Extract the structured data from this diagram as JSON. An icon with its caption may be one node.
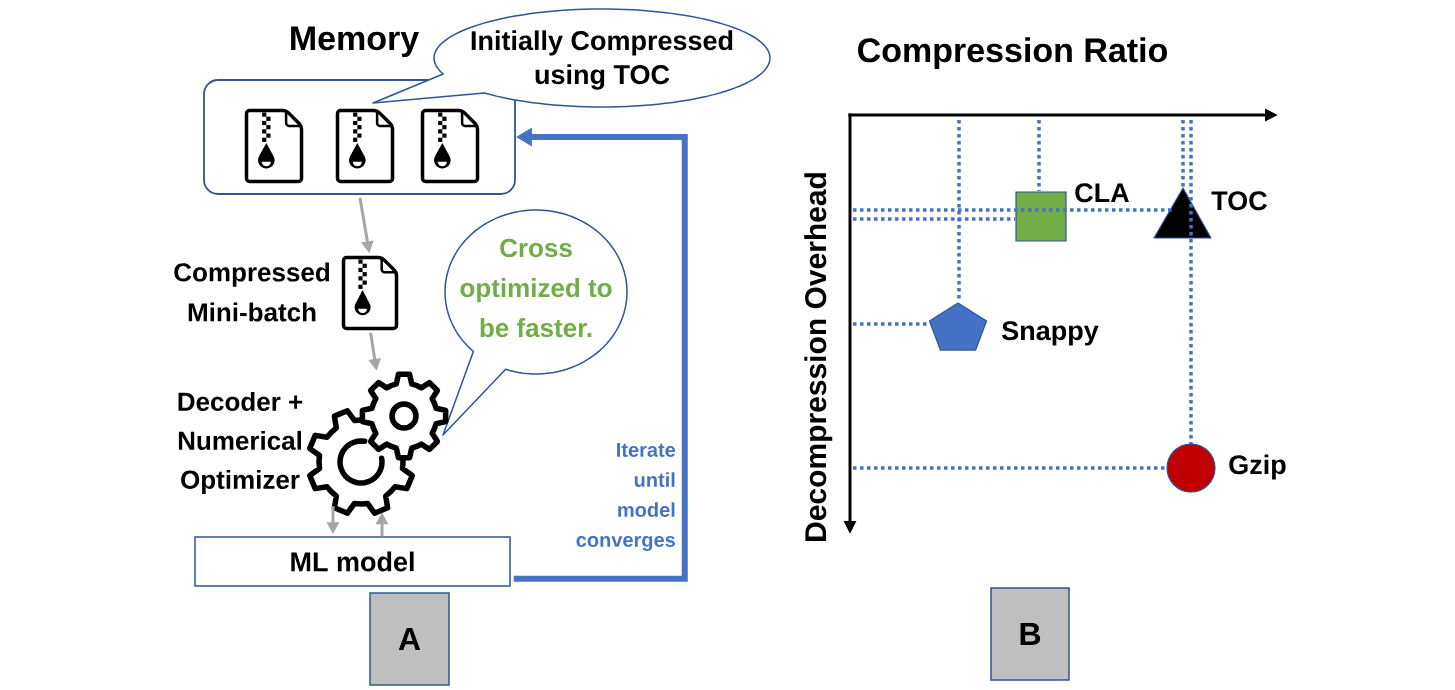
{
  "diagram": {
    "nodes": [
      {
        "text": [
          "Memory"
        ]
      },
      {
        "text": [
          "Initially Compressed using TOC"
        ]
      },
      {
        "text": [],
        "shape": "picture",
        "beside": [
          "Compressed Mini-batch"
        ]
      },
      {
        "text": [
          "Cross optimized to be faster."
        ]
      },
      {
        "text": [],
        "shape": "picture",
        "beside": [
          "Decoder + Numerical Optimizer"
        ]
      },
      {
        "text": [
          "ML model"
        ]
      },
      {
        "text": [
          "A"
        ]
      },
      {
        "text": [
          "B"
        ]
      }
    ],
    "edges": [
      {
        "from": 0,
        "to": 2,
        "arrow": "to"
      },
      {
        "from": 2,
        "to": 4,
        "arrow": "to"
      },
      {
        "from": 4,
        "to": 5,
        "arrow": "to"
      },
      {
        "from": 5,
        "to": 4,
        "arrow": "to"
      },
      {
        "from": 5,
        "to": 0,
        "arrow": "to",
        "label": "Iterate until model converges",
        "style": "thick",
        "color": "#4472c4"
      }
    ],
    "labels": [
      "Compression Ratio",
      "Decompression Overhead",
      "CLA",
      "TOC",
      "Snappy",
      "Gzip"
    ]
  }
}
